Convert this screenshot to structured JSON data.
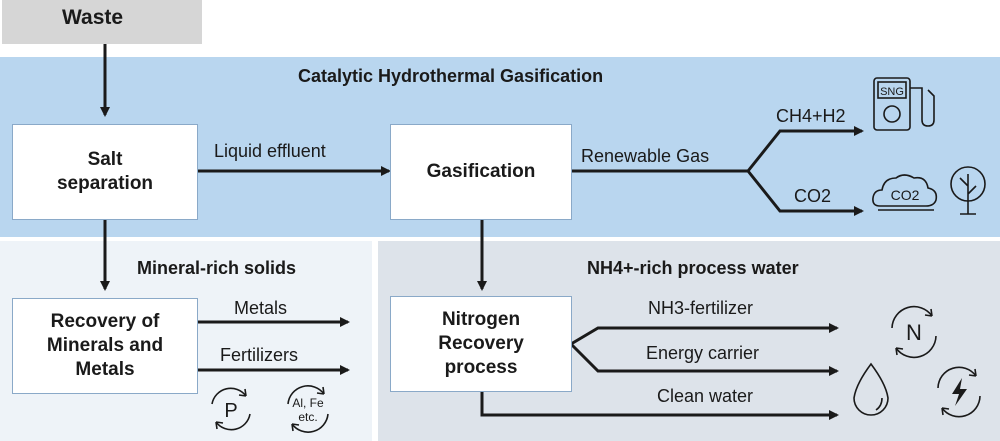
{
  "colors": {
    "top_band": "#b9d6ef",
    "bottom_left": "#eef3f8",
    "bottom_right": "#dde3ea",
    "input_box": "#d6d6d6",
    "box_border": "#8aa9c8",
    "stroke": "#1a1a1a"
  },
  "input": {
    "label": "Waste"
  },
  "chg": {
    "title": "Catalytic Hydrothermal Gasification",
    "salt_separation": {
      "line1": "Salt",
      "line2": "separation"
    },
    "liquid_effluent": "Liquid effluent",
    "gasification": "Gasification",
    "renewable_gas": "Renewable Gas",
    "ch4h2": "CH4+H2",
    "co2": "CO2",
    "sng_icon_text": "SNG",
    "co2_cloud_text": "CO2"
  },
  "minerals": {
    "title": "Mineral-rich solids",
    "box": {
      "line1": "Recovery of",
      "line2": "Minerals and",
      "line3": "Metals"
    },
    "metals": "Metals",
    "fertilizers": "Fertilizers",
    "p_icon_text": "P",
    "fe_icon_line1": "Al, Fe",
    "fe_icon_line2": "etc."
  },
  "nitrogen": {
    "title": "NH4+-rich process water",
    "box": {
      "line1": "Nitrogen",
      "line2": "Recovery",
      "line3": "process"
    },
    "nh3": "NH3-fertilizer",
    "energy": "Energy carrier",
    "water": "Clean water",
    "n_icon_text": "N"
  },
  "icons": [
    "recycle-p-icon",
    "recycle-metals-icon",
    "sng-pump-icon",
    "co2-cloud-icon",
    "tree-icon",
    "recycle-n-icon",
    "water-drop-icon",
    "energy-bolt-icon"
  ]
}
